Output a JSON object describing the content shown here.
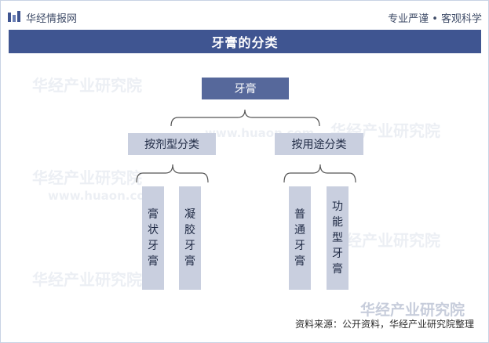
{
  "header": {
    "brand": "华经情报网",
    "slogan": "专业严谨 • 客观科学"
  },
  "title": "牙膏的分类",
  "diagram": {
    "root": "牙膏",
    "categories": [
      {
        "label": "按剂型分类",
        "children": [
          "膏状牙膏",
          "凝胶牙膏"
        ]
      },
      {
        "label": "按用途分类",
        "children": [
          "普通牙膏",
          "功能型牙膏"
        ]
      }
    ]
  },
  "watermark": {
    "name": "华经产业研究院",
    "domain": "www.huaon.com"
  },
  "source": "资料来源：公开资料，华经产业研究院整理",
  "colors": {
    "title_bg": "#3f5591",
    "root_bg": "#56689b",
    "node_bg": "#c9cfdf",
    "connector": "#555555"
  }
}
